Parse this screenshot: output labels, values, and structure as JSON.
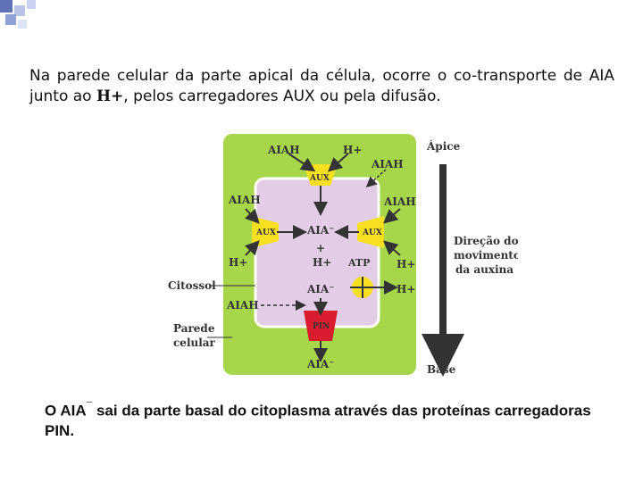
{
  "slide": {
    "paragraph": {
      "part1": "Na parede celular da parte apical da célula, ocorre o co-transporte de AIA junto ao ",
      "h_plus": "H+",
      "part2": ", pelos carregadores AUX ou pela difusão."
    },
    "caption": {
      "prefix": "O AIA",
      "superscript": "¯",
      "rest": " sai da parte basal do citoplasma através das proteínas carregadoras PIN."
    }
  },
  "diagram": {
    "labels": {
      "aiah_top": "AIAH",
      "h_top": "H+",
      "aiah_topright": "AIAH",
      "aux_top": "AUX",
      "aiah_left": "AIAH",
      "aiah_right": "AIAH",
      "aux_left": "AUX",
      "aia_minus_center": "AIA⁻",
      "aux_right": "AUX",
      "plus_sign": "+",
      "h_left": "H+",
      "h_center": "H+",
      "atp": "ATP",
      "h_right": "H+",
      "aia_minus_lower": "AIA⁻",
      "h_right_lower": "H+",
      "aiah_bottomleft": "AIAH",
      "pin": "PIN",
      "aia_minus_bottom": "AIA⁻",
      "citossol": "Citossol",
      "parede_line1": "Parede",
      "parede_line2": "celular",
      "apice": "Ápice",
      "direcao_line1": "Direção do",
      "direcao_line2": "movimento",
      "direcao_line3": "da auxina",
      "base": "Base"
    },
    "colors": {
      "cell_wall": "#a7d64b",
      "cytoplasm": "#e3cce6",
      "carrier": "#f7e022",
      "pin": "#d91c2e",
      "arrow": "#333333"
    }
  }
}
